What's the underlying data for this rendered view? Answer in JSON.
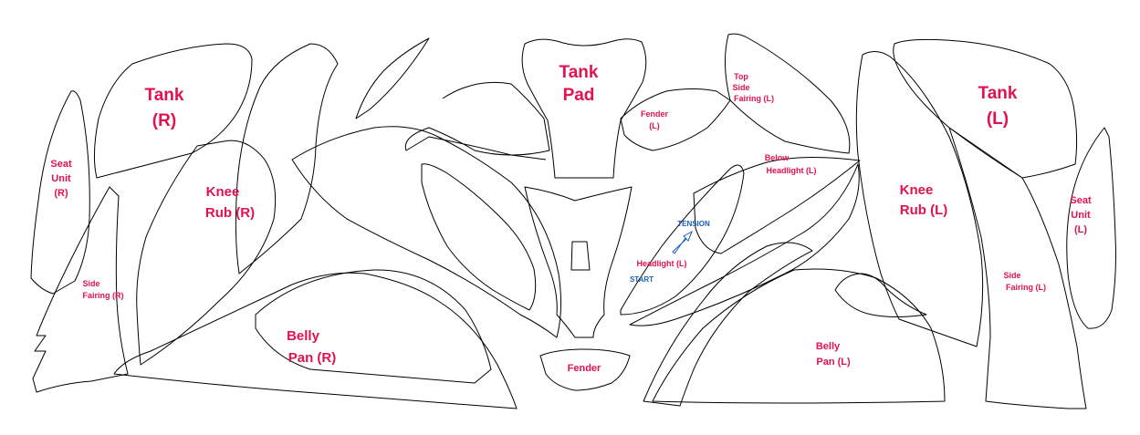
{
  "labels": {
    "tank_r": [
      "Tank",
      "(R)"
    ],
    "tank_l": [
      "Tank",
      "(L)"
    ],
    "tank_pad": [
      "Tank",
      "Pad"
    ],
    "seat_unit_r": [
      "Seat",
      "Unit",
      "(R)"
    ],
    "seat_unit_l": [
      "Seat",
      "Unit",
      "(L)"
    ],
    "knee_rub_r": [
      "Knee",
      "Rub (R)"
    ],
    "knee_rub_l": [
      "Knee",
      "Rub (L)"
    ],
    "side_fairing_r": [
      "Side",
      "Fairing (R)"
    ],
    "side_fairing_l": [
      "Side",
      "Fairing (L)"
    ],
    "belly_pan_r": [
      "Belly",
      "Pan (R)"
    ],
    "belly_pan_l": [
      "Belly",
      "Pan (L)"
    ],
    "fender_l": [
      "Fender",
      "(L)"
    ],
    "top_side_fairing_l": [
      "Top",
      "Side",
      "Fairing (L)"
    ],
    "below_headlight_l": [
      "Below",
      "Headlight (L)"
    ],
    "headlight_l": "Headlight (L)",
    "fender": "Fender",
    "tension": "TENSION",
    "start": "START"
  },
  "colors": {
    "label": "#e2124f",
    "annotation": "#1b5fb8",
    "outline": "#000000"
  }
}
